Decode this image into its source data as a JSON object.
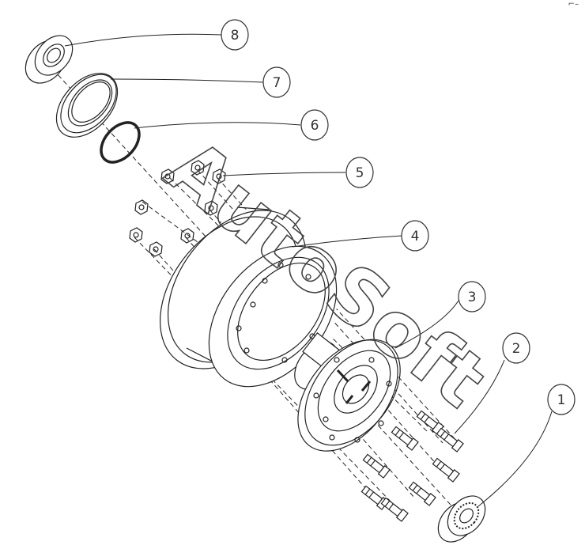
{
  "corner_mark": "⌐–",
  "watermark": "AutoSoft",
  "callouts": [
    {
      "num": "1",
      "part": "bearing-inner"
    },
    {
      "num": "2",
      "part": "wheel-stud"
    },
    {
      "num": "3",
      "part": "wheel-hub"
    },
    {
      "num": "4",
      "part": "brake-drum"
    },
    {
      "num": "5",
      "part": "wheel-nut"
    },
    {
      "num": "6",
      "part": "o-ring"
    },
    {
      "num": "7",
      "part": "oil-seal"
    },
    {
      "num": "8",
      "part": "bearing-outer"
    }
  ]
}
